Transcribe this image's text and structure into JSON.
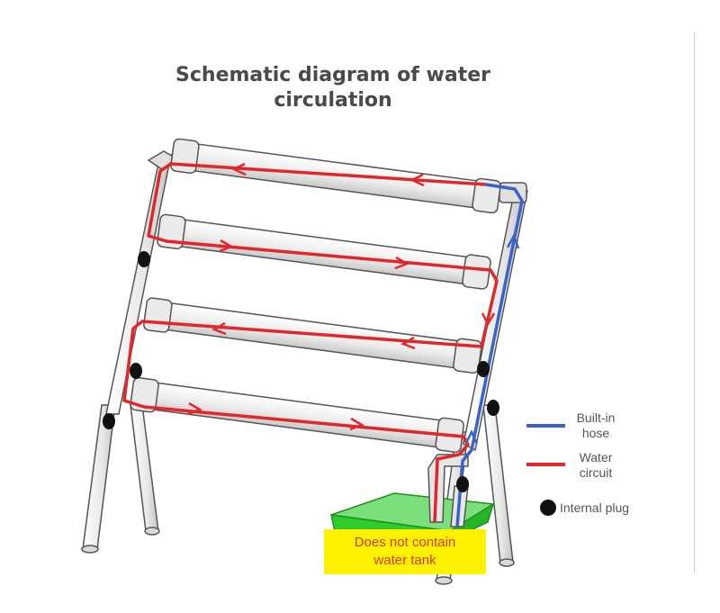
{
  "title": {
    "line1": "Schematic diagram of water",
    "line2": "circulation"
  },
  "legend": {
    "hose_line1": "Built-in",
    "hose_line2": "hose",
    "water_line1": "Water",
    "water_line2": "circuit",
    "plug": "Internal plug"
  },
  "tank_note": {
    "line1": "Does not contain",
    "line2": "water tank"
  },
  "colors": {
    "hose": "#3a63c9",
    "water_circuit": "#e0282c",
    "plug": "#111111",
    "tank": "#2ecc2e",
    "note_bg": "#fff200",
    "note_text": "#d63a1a",
    "pipe": "#e6e6e6"
  }
}
